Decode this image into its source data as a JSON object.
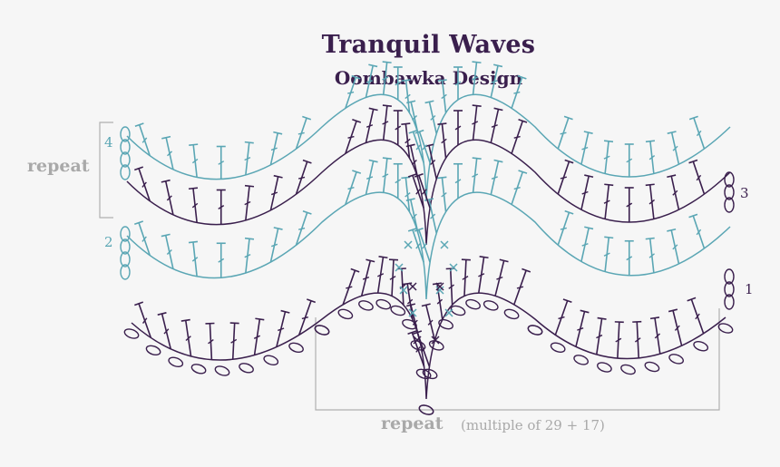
{
  "title": "Tranquil Waves",
  "subtitle": "Oombawka Design",
  "left_repeat_label": "repeat",
  "bottom_repeat_label": "repeat",
  "bottom_multiple": "(multiple of 29 + 17)",
  "row_numbers": {
    "row1": "1",
    "row2": "2",
    "row3": "3",
    "row4": "4"
  },
  "colors": {
    "purple": "#3a1f4d",
    "teal": "#5aa6b4",
    "gray": "#a9a9a9",
    "background": "#f6f6f6"
  },
  "icons": [
    "chain-oval",
    "double-crochet-symbol",
    "single-crochet-x"
  ]
}
